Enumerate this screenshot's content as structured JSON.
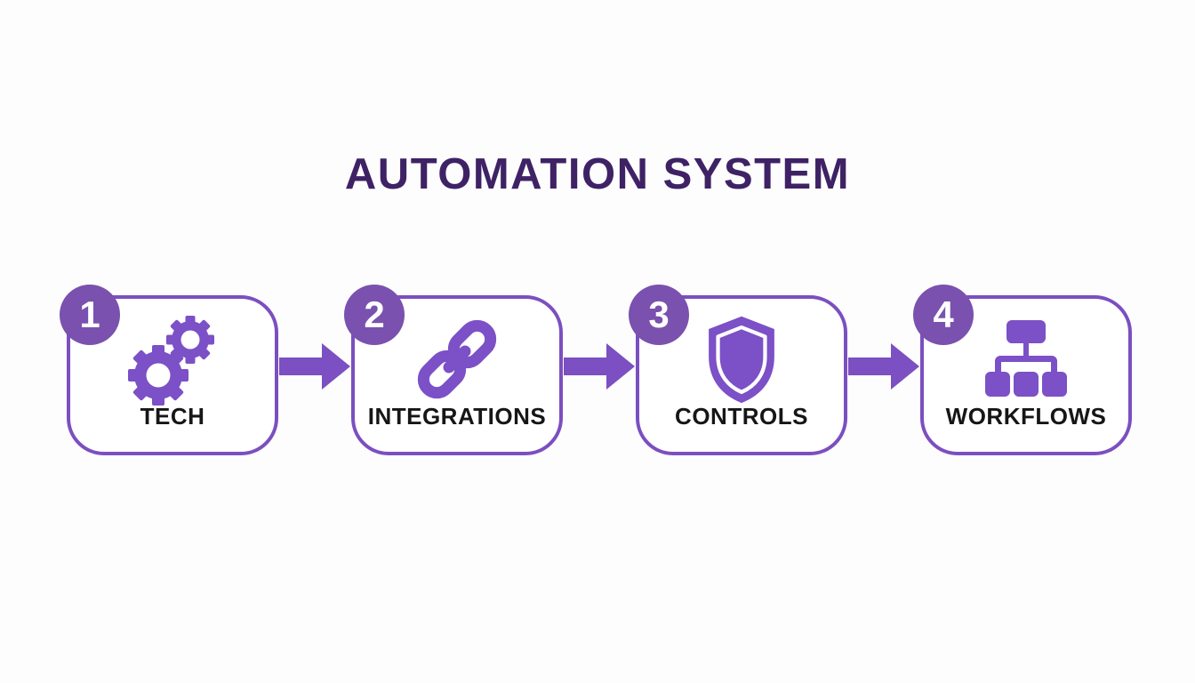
{
  "title": "AUTOMATION SYSTEM",
  "colors": {
    "background": "#FDFDFD",
    "title_text": "#3E2265",
    "card_border": "#7B4FC0",
    "badge_fill": "#7A51AE",
    "icon_purple": "#7C50C6",
    "arrow_purple": "#7C4FC2",
    "label_text": "#161616",
    "badge_number_text": "#FFFFFF"
  },
  "steps": [
    {
      "number": "1",
      "label": "TECH",
      "icon": "gears-icon"
    },
    {
      "number": "2",
      "label": "INTEGRATIONS",
      "icon": "chain-link-icon"
    },
    {
      "number": "3",
      "label": "CONTROLS",
      "icon": "shield-icon"
    },
    {
      "number": "4",
      "label": "WORKFLOWS",
      "icon": "sitemap-icon"
    }
  ],
  "arrows": {
    "count": 3,
    "direction": "right"
  }
}
